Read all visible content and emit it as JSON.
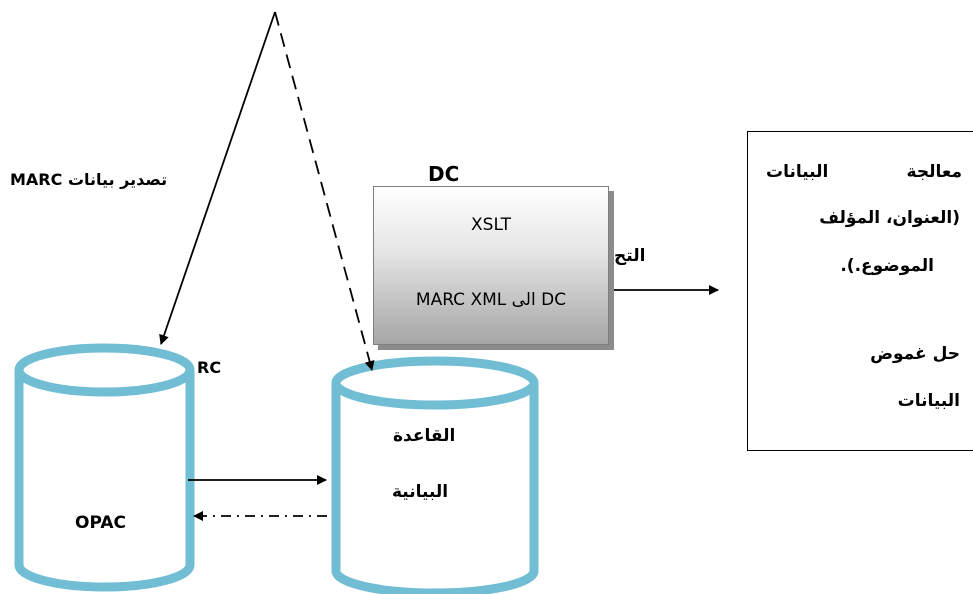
{
  "labels": {
    "export_marc": "تصدير بيانات MARC",
    "dc": "DC",
    "marc_partial": "RC",
    "transform_partial": "التح"
  },
  "xslt_box": {
    "line1": "XSLT",
    "line2": "MARC XML الى DC"
  },
  "info_box": {
    "line1_word1": "معالجة",
    "line1_word2": "البيانات",
    "line2": "(العنوان، المؤلف",
    "line3": "الموضوع.).",
    "line4": "حل غموض",
    "line5": "البيانات"
  },
  "databases": {
    "left_label": "OPAC",
    "right_label_line1": "القاعدة",
    "right_label_line2": "البيانية"
  },
  "colors": {
    "cylinder_stroke": "#71bdd4",
    "arrow": "#000000",
    "box_border": "#7f7f7f"
  }
}
